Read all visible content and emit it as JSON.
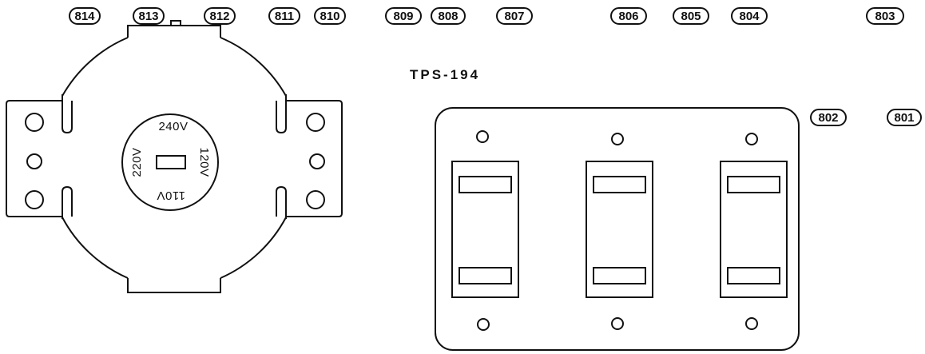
{
  "diagram": {
    "model_label": "TPS-194",
    "callouts": [
      "814",
      "813",
      "812",
      "811",
      "810",
      "809",
      "808",
      "807",
      "806",
      "805",
      "804",
      "803",
      "802",
      "801"
    ],
    "voltage_selector": {
      "labels": [
        "240V",
        "120V",
        "110V",
        "220V"
      ]
    },
    "switch_count": 3
  },
  "colors": {
    "line": "#111111",
    "background": "#ffffff"
  }
}
